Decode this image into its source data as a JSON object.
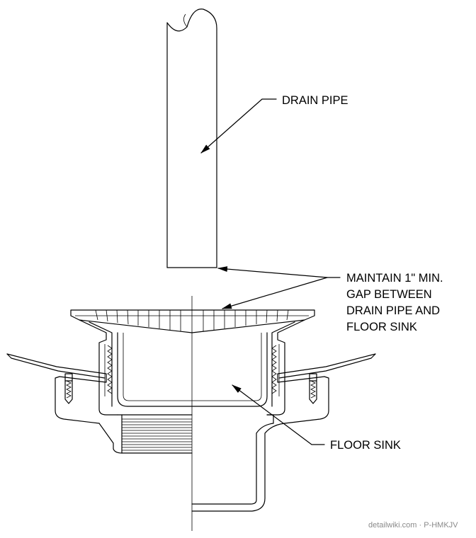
{
  "labels": {
    "drain_pipe": "DRAIN PIPE",
    "gap_line1": "MAINTAIN 1\" MIN.",
    "gap_line2": "GAP BETWEEN",
    "gap_line3": "DRAIN PIPE AND",
    "gap_line4": "FLOOR SINK",
    "floor_sink": "FLOOR SINK"
  },
  "watermark": "detailwiki.com · P-HMKJV",
  "icons": [
    "arrow-head-icon",
    "thread-hatch-icon",
    "anchor-bolt-icon",
    "pipe-break-icon"
  ]
}
